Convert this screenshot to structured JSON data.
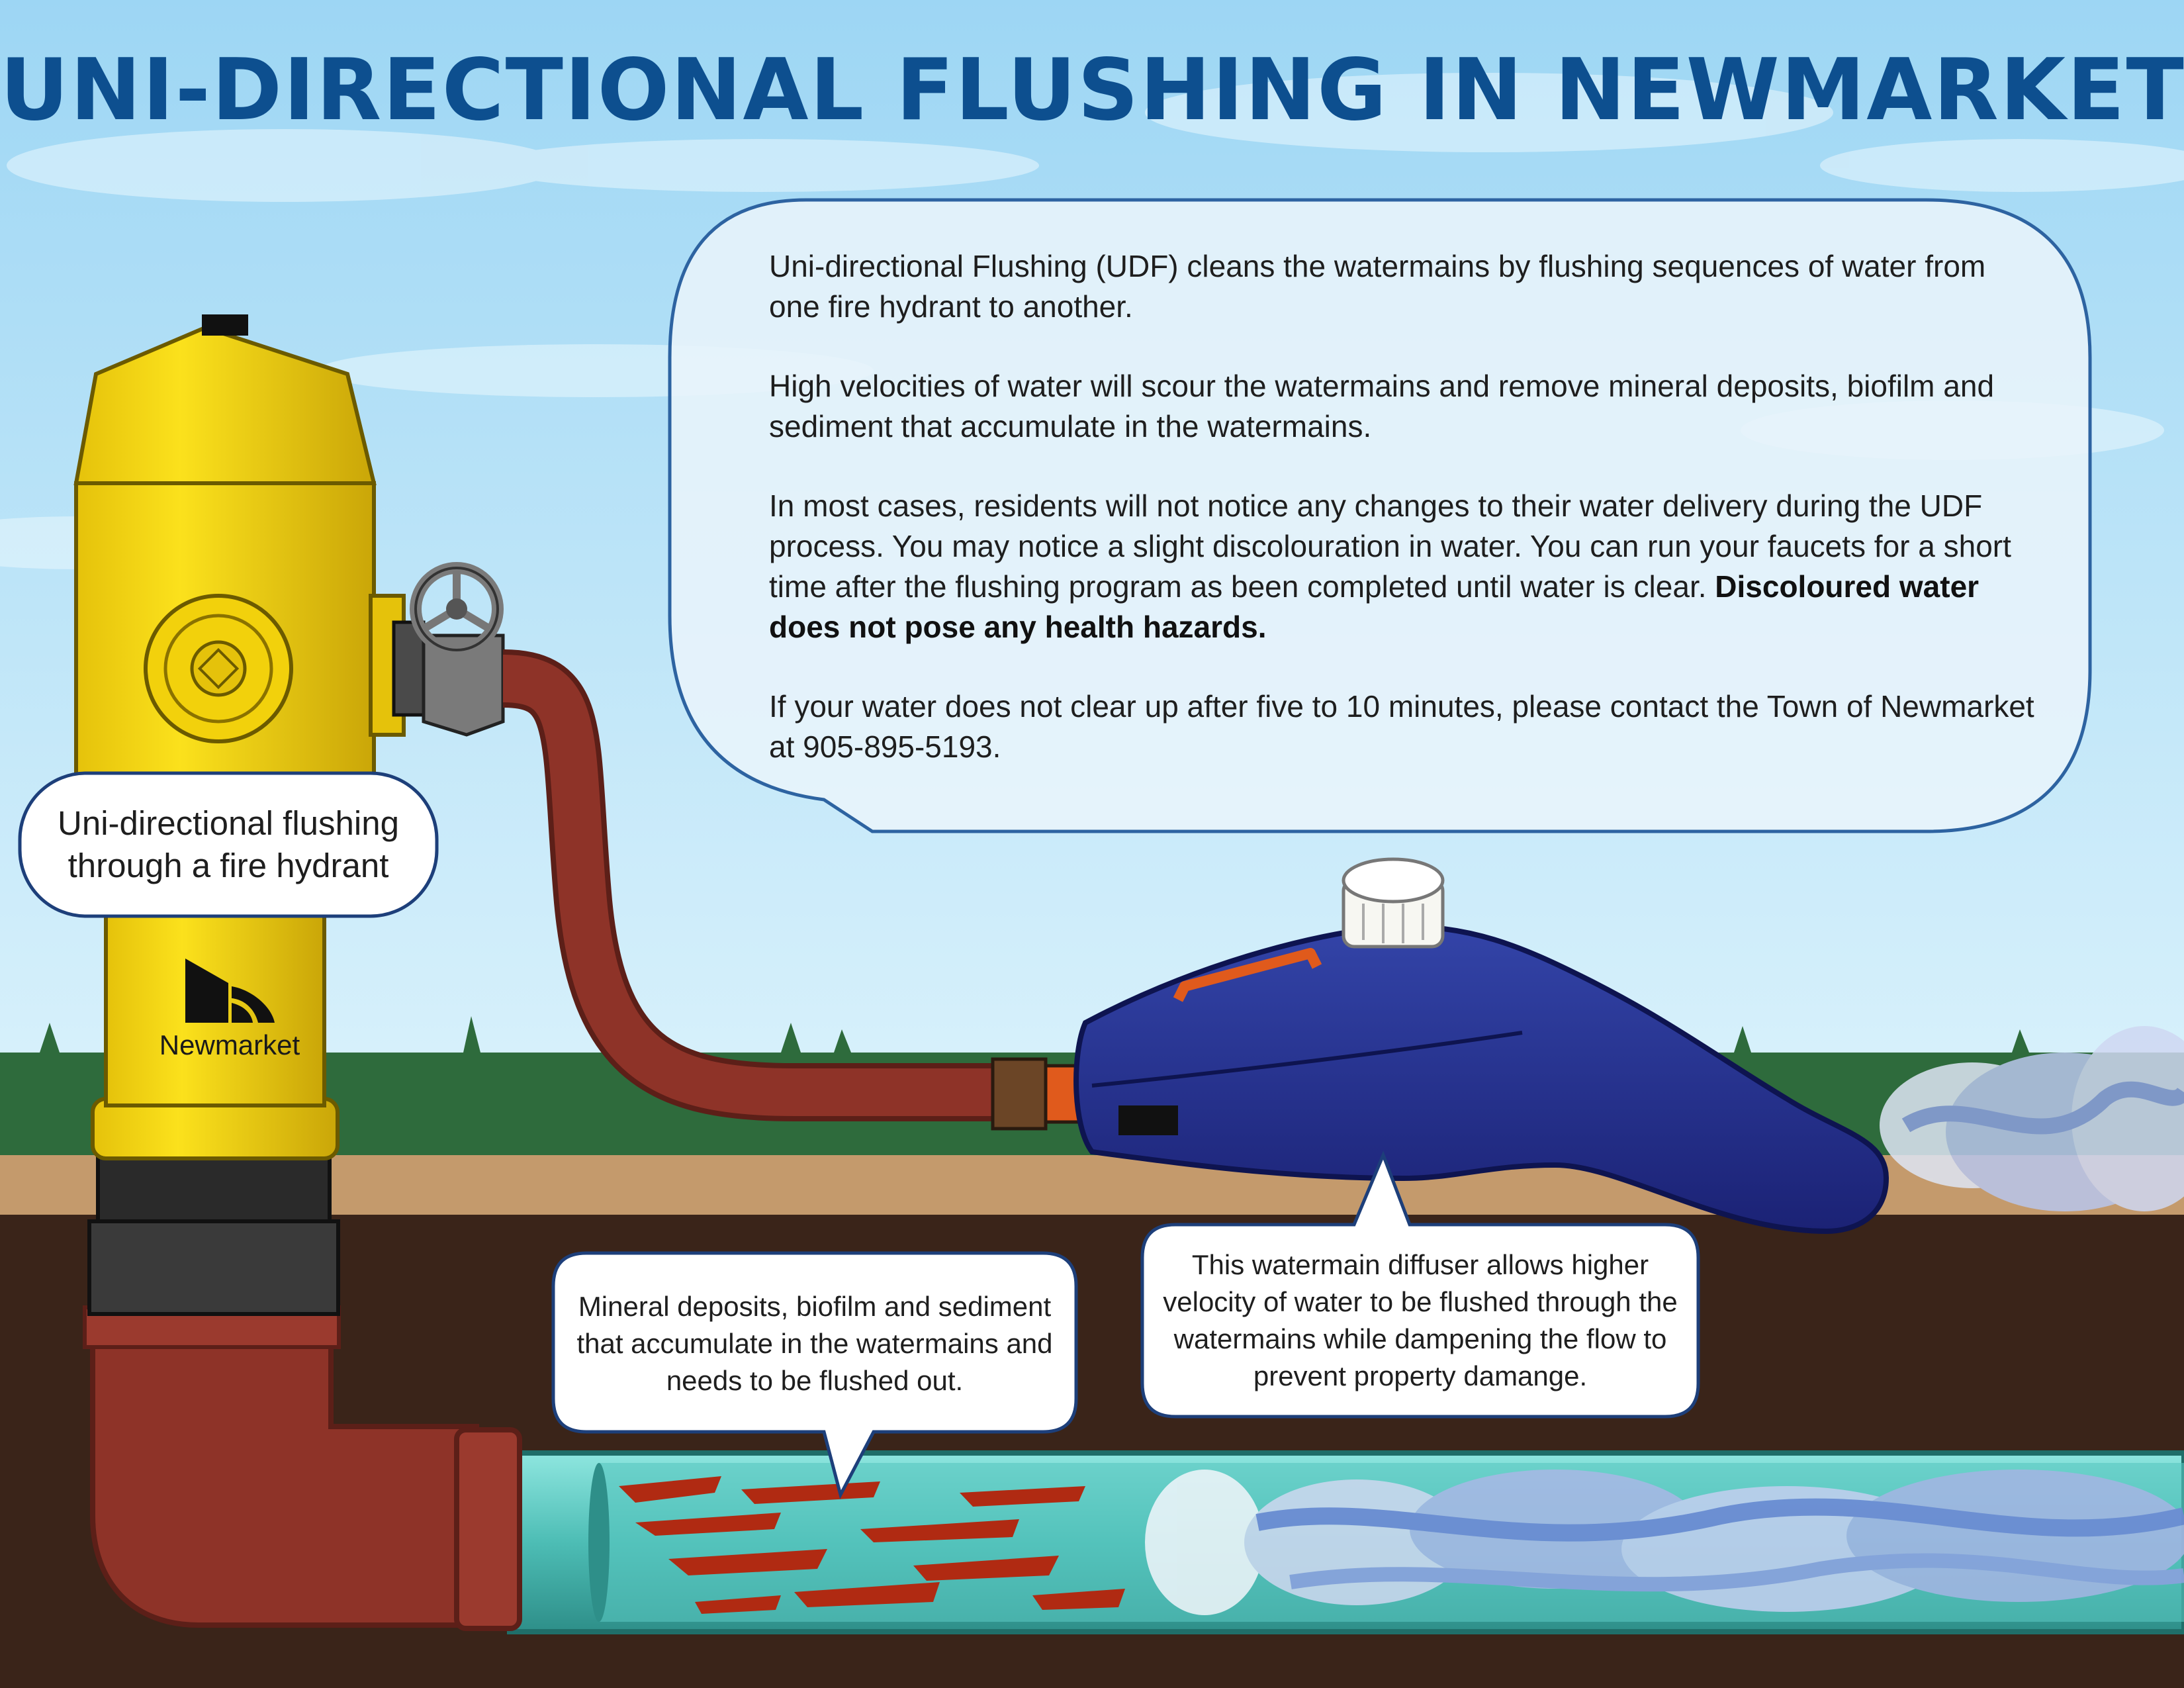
{
  "title": "UNI-DIRECTIONAL FLUSHING IN NEWMARKET",
  "info_panel": {
    "paragraph_1": "Uni-directional Flushing (UDF) cleans the watermains by flushing sequences of water from one fire hydrant to another.",
    "paragraph_2": "High velocities of water will scour the watermains and remove mineral deposits, biofilm and sediment that accumulate in the watermains.",
    "paragraph_3": "In most cases, residents will not notice any changes to their water delivery during the UDF process. You may notice a slight discolouration in water. You can run your faucets for a short time after the flushing program as been completed until water is clear.",
    "paragraph_3_bold": "Discoloured water does not pose any health hazards.",
    "paragraph_4": "If your water does not clear up after five to 10 minutes, please contact the Town of Newmarket at 905-895-5193."
  },
  "callouts": {
    "hydrant": "Uni-directional flushing through a fire hydrant",
    "mineral": "Mineral deposits, biofilm and sediment that accumulate in the watermains and needs to be flushed out.",
    "diffuser": "This watermain diffuser allows higher velocity of water to be flushed through the watermains while dampening the flow to prevent property damange."
  },
  "logo": {
    "name": "Newmarket"
  },
  "colors": {
    "title": "#0d4f8f",
    "sky": "#bfe3f5",
    "grass": "#2e6b3c",
    "soil_top": "#c49a6c",
    "soil_deep": "#3a2419",
    "hydrant_yellow": "#f2d10c",
    "hose_red": "#8e3328",
    "diffuser_blue": "#25318f",
    "pipe_teal": "#5ccfc7",
    "sediment": "#b02a12",
    "callout_border": "#1d3f7a"
  },
  "icons": [
    "newmarket-logo-icon",
    "hydrant-valve-wheel-icon",
    "diffuser-cap-icon"
  ]
}
